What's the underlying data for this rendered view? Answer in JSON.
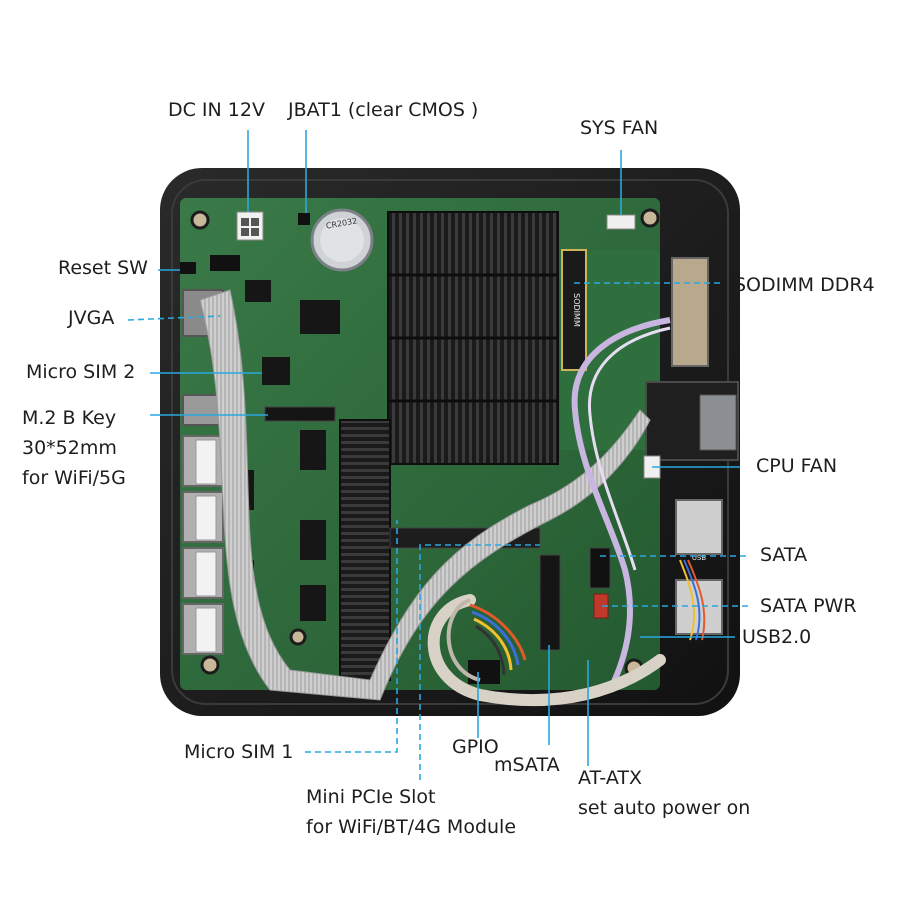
{
  "labels": {
    "dc_in": "DC IN 12V",
    "jbat1": "JBAT1 (clear CMOS )",
    "sys_fan": "SYS FAN",
    "reset_sw": "Reset SW",
    "jvga": "JVGA",
    "micro_sim2": "Micro SIM 2",
    "m2_line1": "M.2 B Key",
    "m2_line2": "30*52mm",
    "m2_line3": "for WiFi/5G",
    "sodimm": "SODIMM DDR4",
    "cpu_fan": "CPU FAN",
    "sata": "SATA",
    "sata_pwr": "SATA PWR",
    "usb2": "USB2.0",
    "micro_sim1": "Micro SIM 1",
    "gpio": "GPIO",
    "msata": "mSATA",
    "at_atx_line1": "AT-ATX",
    "at_atx_line2": "set auto power on",
    "minipcie_line1": "Mini PCIe Slot",
    "minipcie_line2": "for WiFi/BT/4G Module"
  },
  "board_text": {
    "battery": "CR2032",
    "sodimm_silk": "SODIMM",
    "usb_silk": "USB"
  },
  "colors": {
    "leader": "#29a8e0",
    "label_text": "#1e1e1e",
    "chassis": "#1b1b1b",
    "pcb": "#2e6b3c",
    "heatsink": "#222222",
    "ribbon_cable": "#c9c9c9"
  }
}
